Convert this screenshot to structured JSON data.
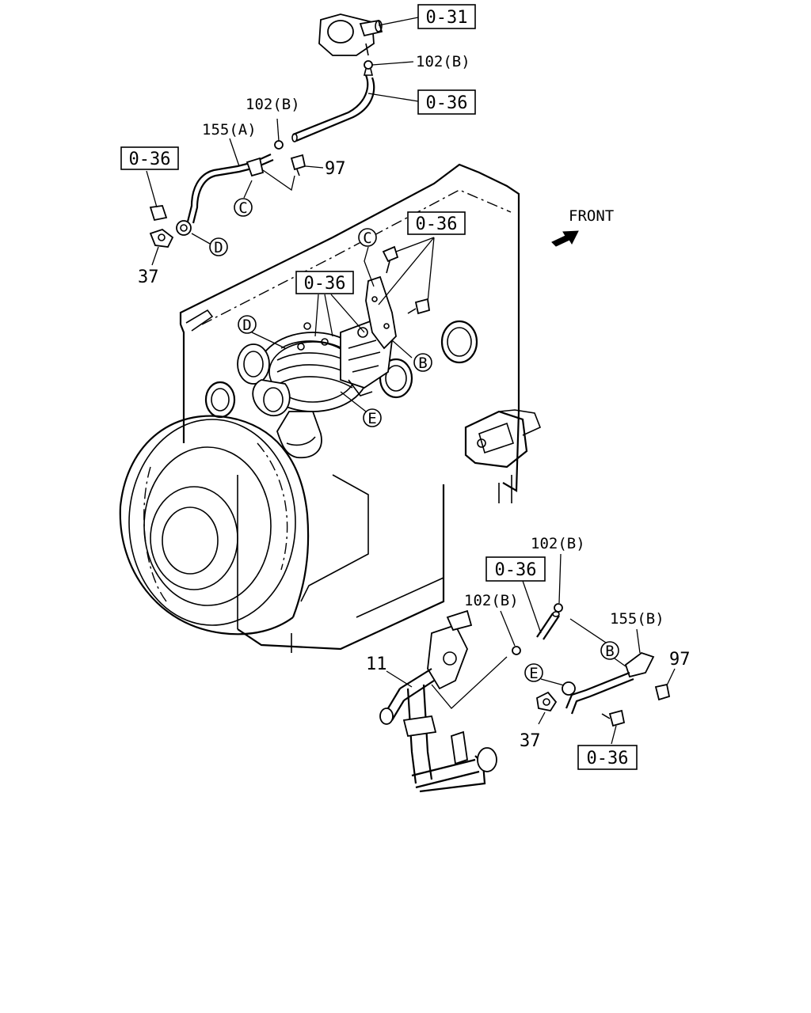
{
  "labels": {
    "ref_031": "0-31",
    "ref_036_top": "0-36",
    "ref_036_left": "0-36",
    "ref_036_bracket": "0-36",
    "ref_036_turbo": "0-36",
    "ref_036_lower": "0-36",
    "ref_036_bottom": "0-36",
    "p102b_top": "102(B)",
    "p102b_mid": "102(B)",
    "p102b_low1": "102(B)",
    "p102b_low2": "102(B)",
    "p155a": "155(A)",
    "p155b": "155(B)",
    "p97_top": "97",
    "p97_low": "97",
    "p37_top": "37",
    "p37_low": "37",
    "p11": "11",
    "front": "FRONT"
  },
  "callouts": {
    "c_top": "C",
    "c_mid": "C",
    "d_top": "D",
    "d_mid": "D",
    "b_mid": "B",
    "b_low": "B",
    "e_mid": "E",
    "e_low": "E"
  }
}
